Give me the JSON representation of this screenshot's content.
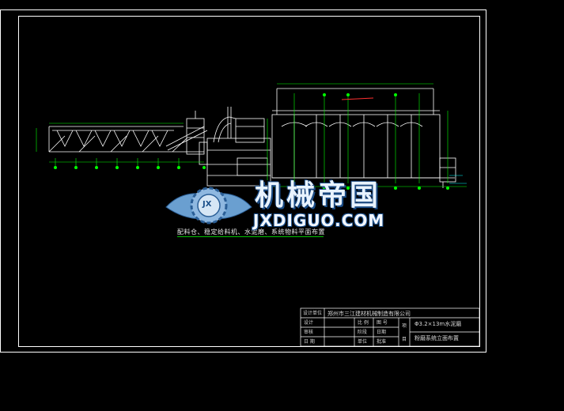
{
  "drawing": {
    "background": "#000000",
    "line_color": "#ffffff",
    "dimension_color": "#00ff00",
    "accent_color": "#ff3030",
    "caption": "配料仓、稳定给料机、水泥磨、系统物料平面布置"
  },
  "watermark": {
    "brand": "机械帝国",
    "url": "JXDIGUO.COM",
    "logo_letters": "JX"
  },
  "title_block": {
    "company": "郑州市三江建材机械制造有限公司",
    "r1_label": "设计单位",
    "r2_labels": [
      "设计",
      "比 例",
      "图 号"
    ],
    "r3_labels": [
      "审核",
      "阶段",
      "日期"
    ],
    "r4_labels": [
      "日 期",
      "单位",
      "批准"
    ],
    "project_label": "项",
    "project_label2": "目",
    "drawing_title_1": "Φ3.2×13m水泥磨",
    "drawing_title_2": "粉磨系统立面布置"
  }
}
